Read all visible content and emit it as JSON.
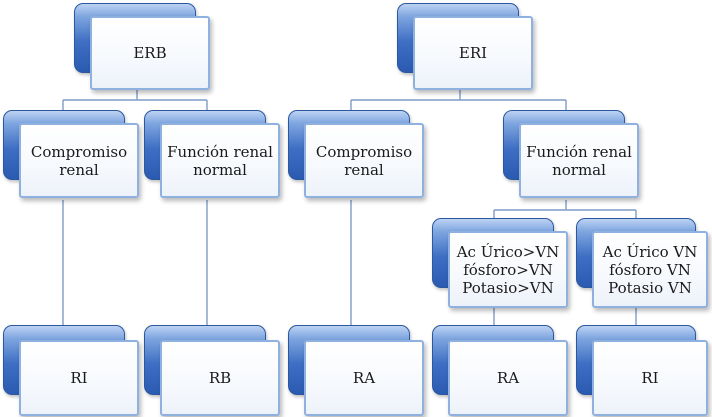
{
  "nodes": {
    "erb": "ERB",
    "eri": "ERI",
    "erb_compromiso": "Compromiso\nrenal",
    "erb_funcion": "Función renal\nnormal",
    "eri_compromiso": "Compromiso\nrenal",
    "eri_funcion": "Función renal\nnormal",
    "acido_alto": "Ac Úrico>VN\nfósforo>VN\nPotasio>VN",
    "acido_normal": "Ac Úrico VN\nfósforo VN\nPotasio VN",
    "leaf_ri_1": "RI",
    "leaf_rb": "RB",
    "leaf_ra_1": "RA",
    "leaf_ra_2": "RA",
    "leaf_ri_2": "RI"
  },
  "colors": {
    "back_box": "#3f6fc4",
    "front_border": "#8fb1df",
    "connector": "#7f9cc8"
  }
}
